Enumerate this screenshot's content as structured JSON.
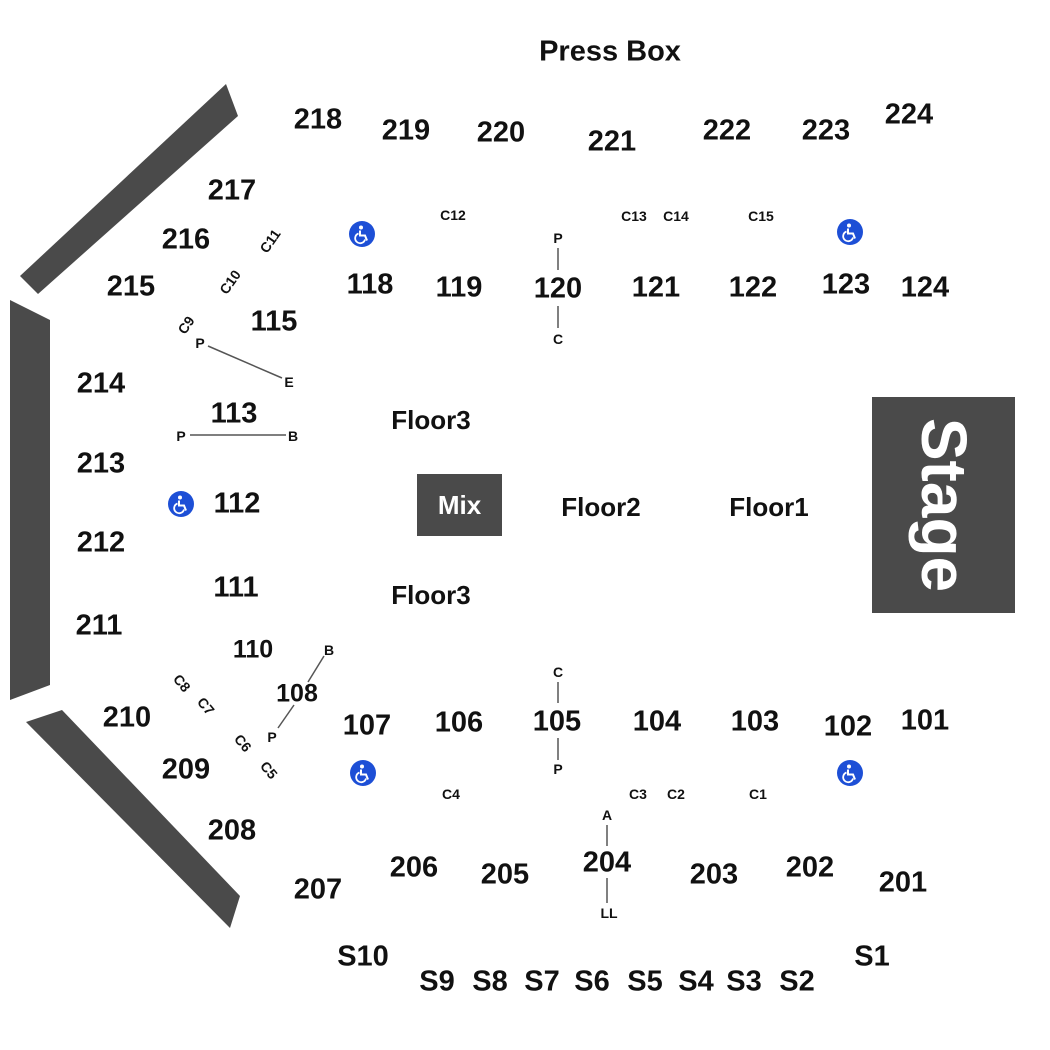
{
  "colors": {
    "wall": "#4a4a4a",
    "accessible": "#1d4fd6",
    "text": "#111111",
    "stage_text": "#ffffff"
  },
  "labels": {
    "press_box": "Press Box",
    "stage": "Stage",
    "mix": "Mix",
    "floor1": "Floor1",
    "floor2": "Floor2",
    "floor3_top": "Floor3",
    "floor3_bottom": "Floor3"
  },
  "upper_sections": {
    "s218": "218",
    "s219": "219",
    "s220": "220",
    "s221": "221",
    "s222": "222",
    "s223": "223",
    "s224": "224",
    "s217": "217",
    "s216": "216",
    "s215": "215",
    "s214": "214",
    "s213": "213",
    "s212": "212",
    "s211": "211",
    "s210": "210",
    "s209": "209",
    "s208": "208",
    "s207": "207",
    "s206": "206",
    "s205": "205",
    "s204": "204",
    "s203": "203",
    "s202": "202",
    "s201": "201"
  },
  "lower_sections": {
    "s118": "118",
    "s119": "119",
    "s120": "120",
    "s121": "121",
    "s122": "122",
    "s123": "123",
    "s124": "124",
    "s115": "115",
    "s113": "113",
    "s112": "112",
    "s111": "111",
    "s110": "110",
    "s108": "108",
    "s107": "107",
    "s106": "106",
    "s105": "105",
    "s104": "104",
    "s103": "103",
    "s102": "102",
    "s101": "101"
  },
  "suites": {
    "S1": "S1",
    "S2": "S2",
    "S3": "S3",
    "S4": "S4",
    "S5": "S5",
    "S6": "S6",
    "S7": "S7",
    "S8": "S8",
    "S9": "S9",
    "S10": "S10"
  },
  "boxes": {
    "C1": "C1",
    "C2": "C2",
    "C3": "C3",
    "C4": "C4",
    "C5": "C5",
    "C6": "C6",
    "C7": "C7",
    "C8": "C8",
    "C9": "C9",
    "C10": "C10",
    "C11": "C11",
    "C12": "C12",
    "C13": "C13",
    "C14": "C14",
    "C15": "C15"
  },
  "row_markers": {
    "r120_top": "P",
    "r120_bottom": "C",
    "r115_start": "P",
    "r115_end": "E",
    "r113_start": "P",
    "r113_end": "B",
    "r108_start": "B",
    "r108_end": "P",
    "r105_top": "C",
    "r105_bottom": "P",
    "r204_top": "A",
    "r204_bottom": "LL"
  },
  "accessible_icon": "wheelchair-icon"
}
